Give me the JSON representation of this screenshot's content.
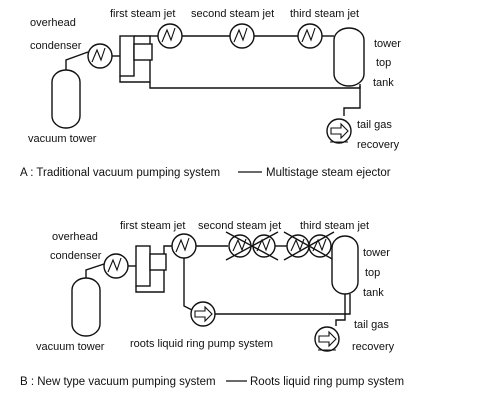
{
  "panel_a": {
    "labels": {
      "overhead": "overhead",
      "condenser": "condenser",
      "jet1": "first steam jet",
      "jet2": "second steam jet",
      "jet3": "third steam jet",
      "tower": "tower",
      "top": "top",
      "tank": "tank",
      "vacuum_tower": "vacuum tower",
      "tail_gas": "tail gas",
      "recovery": "recovery"
    },
    "caption_left": "A : Traditional vacuum pumping system",
    "caption_right": "Multistage steam ejector"
  },
  "panel_b": {
    "labels": {
      "overhead": "overhead",
      "condenser": "condenser",
      "jet1": "first steam jet",
      "jet2": "second steam jet",
      "jet3": "third steam jet",
      "tower": "tower",
      "top": "top",
      "tank": "tank",
      "vacuum_tower": "vacuum tower",
      "roots_pump": "roots liquid ring pump system",
      "tail_gas": "tail gas",
      "recovery": "recovery"
    },
    "caption_left": "B : New type vacuum pumping system",
    "caption_right": "Roots liquid ring pump system"
  }
}
